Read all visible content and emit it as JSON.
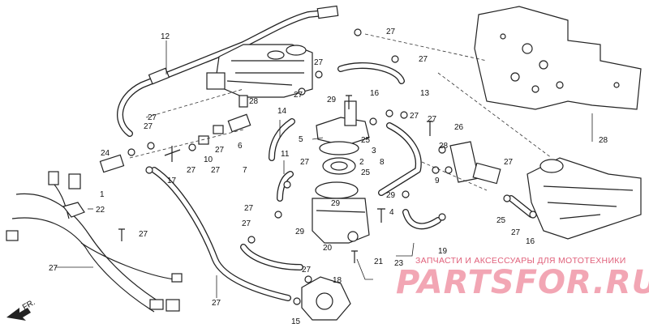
{
  "callouts": [
    {
      "id": "c12a",
      "text": "12"
    },
    {
      "id": "c27a",
      "text": "27"
    },
    {
      "id": "c27b",
      "text": "27"
    },
    {
      "id": "c27c",
      "text": "27"
    },
    {
      "id": "c13",
      "text": "13"
    },
    {
      "id": "c29a",
      "text": "29"
    },
    {
      "id": "c16a",
      "text": "16"
    },
    {
      "id": "c27d",
      "text": "27"
    },
    {
      "id": "c27e",
      "text": "27"
    },
    {
      "id": "c28a",
      "text": "28"
    },
    {
      "id": "c14",
      "text": "14"
    },
    {
      "id": "c27f",
      "text": "27"
    },
    {
      "id": "c24",
      "text": "24"
    },
    {
      "id": "c27g",
      "text": "27"
    },
    {
      "id": "c17",
      "text": "17"
    },
    {
      "id": "c27h",
      "text": "27"
    },
    {
      "id": "c10",
      "text": "10"
    },
    {
      "id": "c27i",
      "text": "27"
    },
    {
      "id": "c6",
      "text": "6"
    },
    {
      "id": "c5",
      "text": "5"
    },
    {
      "id": "c25a",
      "text": "25"
    },
    {
      "id": "c3",
      "text": "3"
    },
    {
      "id": "c2",
      "text": "2"
    },
    {
      "id": "c8",
      "text": "8"
    },
    {
      "id": "c25b",
      "text": "25"
    },
    {
      "id": "c11",
      "text": "11"
    },
    {
      "id": "c27j",
      "text": "27"
    },
    {
      "id": "c27k",
      "text": "27"
    },
    {
      "id": "c28b",
      "text": "28"
    },
    {
      "id": "c26",
      "text": "26"
    },
    {
      "id": "c9",
      "text": "9"
    },
    {
      "id": "c28c",
      "text": "28"
    },
    {
      "id": "c1",
      "text": "1"
    },
    {
      "id": "c22",
      "text": "22"
    },
    {
      "id": "c7",
      "text": "7"
    },
    {
      "id": "c27l",
      "text": "27"
    },
    {
      "id": "c27m",
      "text": "27"
    },
    {
      "id": "c27n",
      "text": "27"
    },
    {
      "id": "c29b",
      "text": "29"
    },
    {
      "id": "c20",
      "text": "20"
    },
    {
      "id": "c4",
      "text": "4"
    },
    {
      "id": "c29c",
      "text": "29"
    },
    {
      "id": "c27o",
      "text": "27"
    },
    {
      "id": "c25c",
      "text": "25"
    },
    {
      "id": "c27p",
      "text": "27"
    },
    {
      "id": "c16b",
      "text": "16"
    },
    {
      "id": "c27q",
      "text": "27"
    },
    {
      "id": "c21",
      "text": "21"
    },
    {
      "id": "c23",
      "text": "23"
    },
    {
      "id": "c19",
      "text": "19"
    },
    {
      "id": "c27r",
      "text": "27"
    },
    {
      "id": "c18",
      "text": "18"
    },
    {
      "id": "c27s",
      "text": "27"
    },
    {
      "id": "c15",
      "text": "15"
    },
    {
      "id": "c27t",
      "text": "27"
    },
    {
      "id": "c29d",
      "text": "29"
    }
  ],
  "direction_marker": "FR.",
  "watermark": {
    "caption": "ЗАПЧАСТИ И АКСЕССУАРЫ ДЛЯ МОТОТЕХНИКИ",
    "brand": "PARTSFOR.RU"
  }
}
